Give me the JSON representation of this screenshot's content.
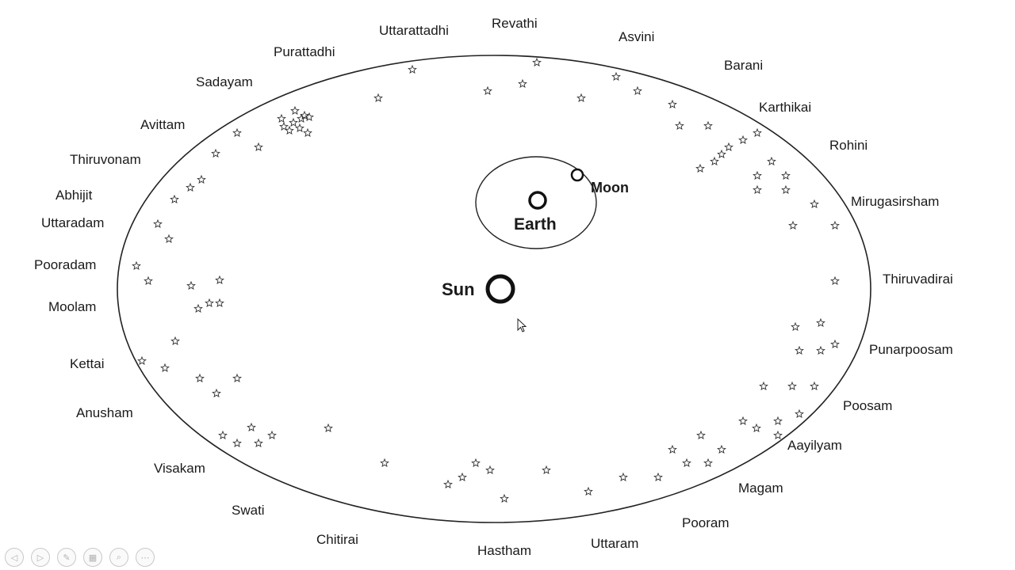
{
  "slide": {
    "nakshatras": [
      "Revathi",
      "Uttarattadhi",
      "Asvini",
      "Purattadhi",
      "Barani",
      "Sadayam",
      "Karthikai",
      "Avittam",
      "Rohini",
      "Thiruvonam",
      "Abhijit",
      "Mirugasirsham",
      "Uttaradam",
      "Pooradam",
      "Thiruvadirai",
      "Moolam",
      "Punarpoosam",
      "Kettai",
      "Poosam",
      "Anusham",
      "Aayilyam",
      "Visakam",
      "Magam",
      "Swati",
      "Pooram",
      "Chitirai",
      "Uttaram",
      "Hastham"
    ],
    "bodies": {
      "sun": "Sun",
      "earth": "Earth",
      "moon": "Moon"
    }
  },
  "toolbar": {
    "buttons": [
      {
        "name": "previous-slide-button",
        "icon": "arrow-left-icon",
        "glyph": "◁"
      },
      {
        "name": "next-slide-button",
        "icon": "arrow-right-icon",
        "glyph": "▷"
      },
      {
        "name": "pen-button",
        "icon": "pen-icon",
        "glyph": "✎"
      },
      {
        "name": "slides-grid-button",
        "icon": "grid-icon",
        "glyph": "▦"
      },
      {
        "name": "zoom-button",
        "icon": "magnifier-icon",
        "glyph": "⌕"
      },
      {
        "name": "more-options-button",
        "icon": "ellipsis-icon",
        "glyph": "⋯"
      }
    ]
  }
}
